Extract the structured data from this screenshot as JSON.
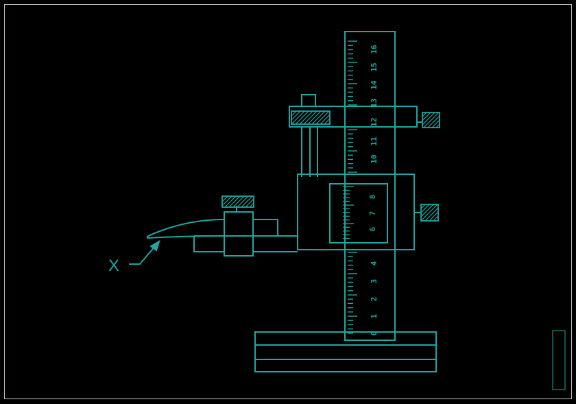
{
  "drawing": {
    "stroke_color": "#1ea8a2",
    "background": "#000000",
    "callout_label": "X",
    "stamp_text": "",
    "scale": {
      "lower_ticks": [
        "0",
        "1",
        "2",
        "3",
        "4"
      ],
      "upper_ticks": [
        "10",
        "11",
        "12",
        "13",
        "14",
        "15",
        "16"
      ]
    },
    "vernier": {
      "ticks": [
        "6",
        "7",
        "8"
      ]
    }
  }
}
